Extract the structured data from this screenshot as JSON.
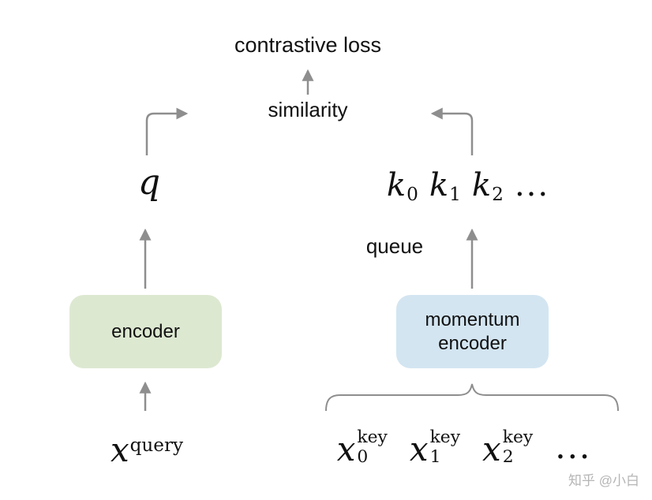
{
  "labels": {
    "contrastive_loss": "contrastive loss",
    "similarity": "similarity",
    "queue": "queue",
    "encoder": "encoder",
    "momentum_encoder": "momentum\nencoder"
  },
  "math": {
    "q": "q",
    "keys": [
      {
        "base": "k",
        "sub": "0"
      },
      {
        "base": "k",
        "sub": "1"
      },
      {
        "base": "k",
        "sub": "2"
      }
    ],
    "keys_ellipsis": "...",
    "query_input": {
      "base": "x",
      "sup": "query"
    },
    "key_inputs": [
      {
        "base": "x",
        "sub": "0",
        "sup": "key"
      },
      {
        "base": "x",
        "sub": "1",
        "sup": "key"
      },
      {
        "base": "x",
        "sub": "2",
        "sup": "key"
      }
    ],
    "key_inputs_ellipsis": "..."
  },
  "colors": {
    "encoder_bg": "#dde8d1",
    "momentum_bg": "#d3e5f1",
    "arrow": "#8e8e8e",
    "text": "#111111",
    "watermark": "#b5b5b5"
  },
  "watermark": "知乎 @小白"
}
